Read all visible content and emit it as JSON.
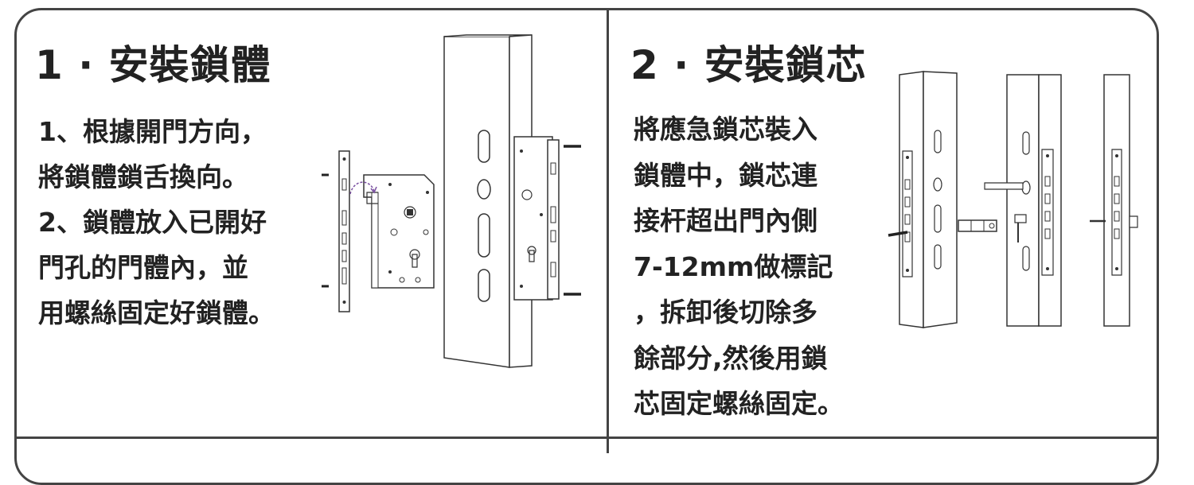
{
  "panels": [
    {
      "title": "1 · 安裝鎖體",
      "lines": [
        "1、根據開門方向，",
        "將鎖體鎖舌換向。",
        "2、鎖體放入已開好",
        "門孔的門體內，並",
        "用螺絲固定好鎖體。"
      ]
    },
    {
      "title": "2 · 安裝鎖芯",
      "lines": [
        "將應急鎖芯裝入",
        "鎖體中，鎖芯連",
        "接杆超出門內側",
        "7-12mm做標記",
        "，拆卸後切除多",
        "餘部分,然後用鎖",
        "芯固定螺絲固定。"
      ]
    }
  ],
  "colors": {
    "border": "#444444",
    "text": "#222222",
    "accent": "#7a50a0"
  }
}
